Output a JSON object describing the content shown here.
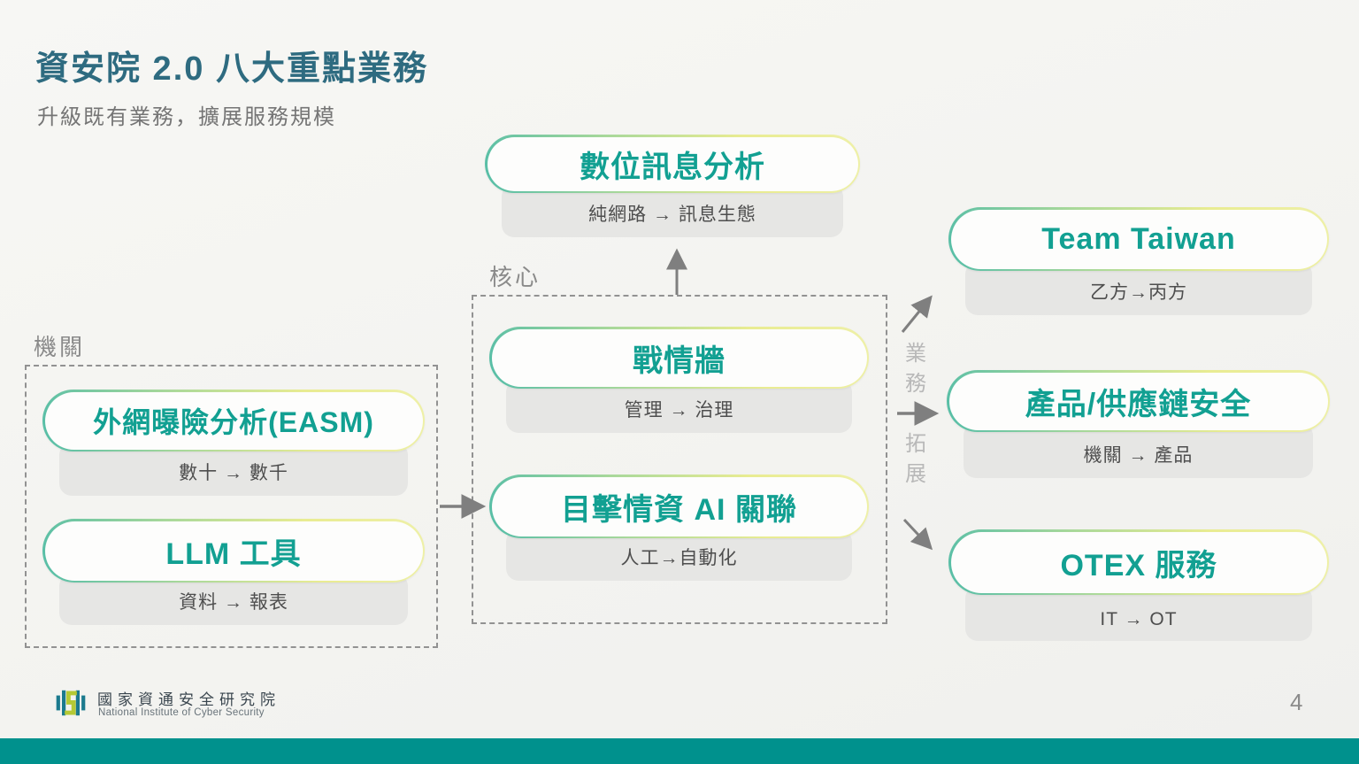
{
  "slide": {
    "title": "資安院 2.0 八大重點業務",
    "subtitle": "升級既有業務，擴展服務規模",
    "page_number": "4"
  },
  "groups": {
    "agency": {
      "label": "機關"
    },
    "core": {
      "label": "核心"
    }
  },
  "nodes": {
    "digital_info": {
      "title": "數位訊息分析",
      "shift": "純網路 → 訊息生態"
    },
    "war_room": {
      "title": "戰情牆",
      "shift": "管理 → 治理"
    },
    "witness_ai": {
      "title": "目擊情資 AI 關聯",
      "shift": "人工→自動化"
    },
    "easm": {
      "title": "外網曝險分析(EASM)",
      "shift": "數十 → 數千"
    },
    "llm": {
      "title": "LLM 工具",
      "shift": "資料 → 報表"
    },
    "team_taiwan": {
      "title": "Team Taiwan",
      "shift": "乙方→丙方"
    },
    "supply_chain": {
      "title": "產品/供應鏈安全",
      "shift": "機關 → 產品"
    },
    "otex": {
      "title": "OTEX 服務",
      "shift": "IT → OT"
    }
  },
  "connector_label": {
    "top": "業務",
    "bottom": "拓展"
  },
  "footer": {
    "org_zh": "國家資通安全研究院",
    "org_en": "National Institute of Cyber Security"
  },
  "colors": {
    "title": "#2e6b80",
    "pill_text": "#12a092",
    "pill_border_teal": "#54bda7",
    "pill_border_yellow": "#eef0a8",
    "shift_bg": "#e6e6e4",
    "arrow": "#7f7f7f",
    "footer_bar": "#00918d",
    "logo_teal": "#1b7a8e",
    "logo_green": "#b5c935"
  }
}
